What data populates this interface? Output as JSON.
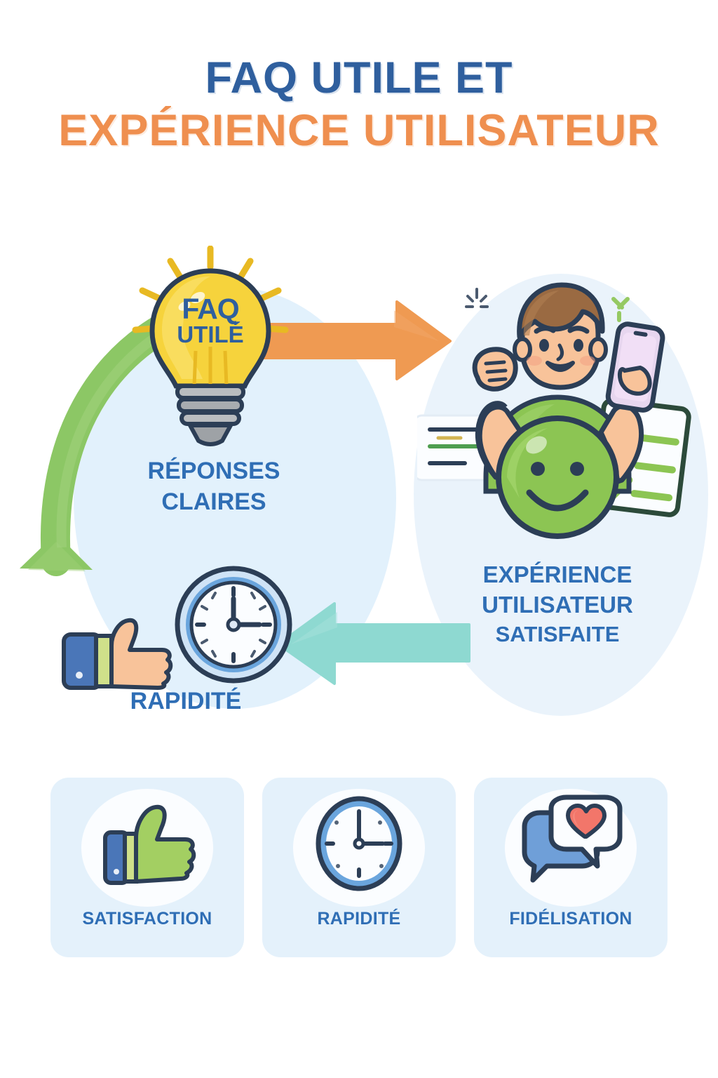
{
  "page": {
    "background": "#ffffff",
    "colors": {
      "title_blue": "#2f5f9e",
      "title_orange": "#ef8f4f",
      "label_blue": "#2f6eb5",
      "card_bg": "#e4f1fb",
      "blob_blue": "#ddeefb",
      "arrow_orange": "#ef9a52",
      "arrow_green": "#8cc765",
      "arrow_teal": "#8ed9d1",
      "bulb_yellow": "#f6d33c",
      "smiley_green": "#8cc553",
      "heart_coral": "#f2766a",
      "outline_navy": "#2c3e56"
    }
  },
  "title": {
    "line1": "FAQ UTILE ET",
    "line2": "EXPÉRIENCE UTILISATEUR"
  },
  "cycle": {
    "bulb": {
      "text_line1": "FAQ",
      "text_line2": "UTILÉ",
      "icon": "lightbulb-icon"
    },
    "labels": {
      "reponses_claires_line1": "RÉPONSES",
      "reponses_claires_line2": "CLAIRES",
      "rapidite": "RAPIDITÉ",
      "experience_line1": "EXPÉRIENCE",
      "experience_line2": "UTILISATEUR",
      "experience_line3": "SATISFAITE"
    },
    "arrows": [
      {
        "name": "orange-arrow-right",
        "direction": "right",
        "color": "#ef9a52"
      },
      {
        "name": "teal-arrow-left",
        "direction": "left",
        "color": "#8ed9d1"
      },
      {
        "name": "green-arrow-curved-down",
        "direction": "curved-down",
        "color": "#8cc765"
      }
    ],
    "icons": {
      "thumbs_up": "thumbs-up-icon",
      "clock": "clock-icon",
      "person": "happy-user-icon",
      "smiley": "smiley-face-icon",
      "checklist": "checklist-icon",
      "phone": "smartphone-icon"
    },
    "clock_time": "3:00"
  },
  "cards": [
    {
      "label": "SATISFACTION",
      "icon": "thumbs-up-icon"
    },
    {
      "label": "RAPIDITÉ",
      "icon": "clock-icon"
    },
    {
      "label": "FIDÉLISATION",
      "icon": "chat-heart-icon"
    }
  ]
}
